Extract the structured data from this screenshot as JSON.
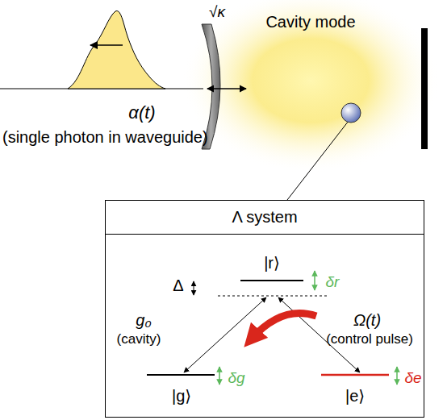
{
  "diagram": {
    "nodes": [
      {
        "text": [
          "Λ system"
        ]
      }
    ],
    "labels": [
      "Cavity mode",
      "√κ",
      "α(t)",
      "(single photon in waveguide)",
      "|r⟩",
      "Δ",
      "δr",
      "g₀",
      "(cavity)",
      "Ω(t)",
      "(control pulse)",
      "|g⟩",
      "δg",
      "|e⟩",
      "δe"
    ]
  }
}
